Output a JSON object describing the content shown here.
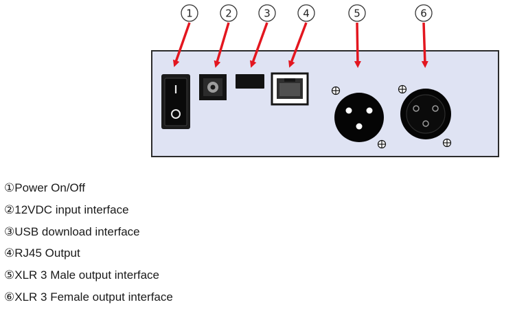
{
  "colors": {
    "panel_fill": "#dfe3f3",
    "panel_stroke": "#2b2b2b",
    "arrow": "#e3161f",
    "connector": "#111111"
  },
  "callouts": [
    "1",
    "2",
    "3",
    "4",
    "5",
    "6"
  ],
  "icons": {
    "connector_1": "power-switch-icon",
    "connector_2": "dc-jack-icon",
    "connector_3": "usb-port-icon",
    "connector_4": "rj45-port-icon",
    "connector_5": "xlr-male-icon",
    "connector_6": "xlr-female-icon",
    "mounting_screw": "screw-icon"
  },
  "legend": [
    {
      "marker": "①",
      "text": "Power On/Off"
    },
    {
      "marker": "②",
      "text": "12VDC input interface"
    },
    {
      "marker": "③",
      "text": "USB download interface"
    },
    {
      "marker": "④",
      "text": "RJ45 Output"
    },
    {
      "marker": "⑤",
      "text": "XLR 3 Male output interface"
    },
    {
      "marker": "⑥",
      "text": "XLR 3 Female output interface"
    }
  ]
}
